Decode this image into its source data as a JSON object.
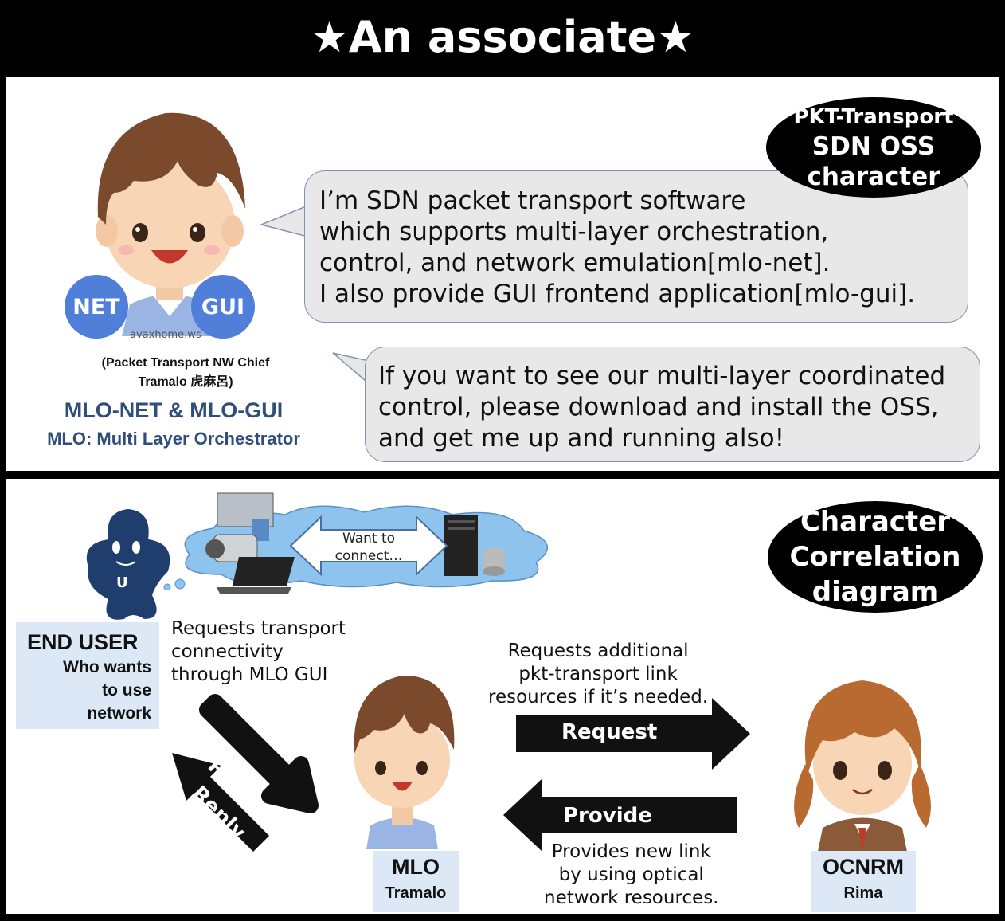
{
  "header": {
    "title": "★An associate★"
  },
  "top_panel": {
    "badge": {
      "line1": "PKT-Transport",
      "line2": "SDN OSS",
      "line3": "character"
    },
    "bubble1": {
      "line1": "I’m SDN packet transport software",
      "line2": "which supports multi-layer orchestration,",
      "line3": "control, and network emulation[mlo-net].",
      "line4": "I also provide GUI frontend application[mlo-gui]."
    },
    "bubble2": {
      "line1": "If you want to see our multi-layer coordinated",
      "line2": "control, please download and install the OSS,",
      "line3": "and get me up and running also!"
    },
    "net_label": "NET",
    "gui_label": "GUI",
    "watermark": "avaxhome.ws",
    "caption_line1": "(Packet Transport NW Chief",
    "caption_line2": "Tramalo 虎麻呂)",
    "product_name": "MLO-NET & MLO-GUI",
    "product_desc": "MLO: Multi Layer Orchestrator"
  },
  "bottom_panel": {
    "badge": {
      "line1": "Character",
      "line2": "Correlation",
      "line3": "diagram"
    },
    "cloud_text_line1": "Want to",
    "cloud_text_line2": "connect…",
    "user_letter": "U",
    "end_user": {
      "title": "END USER",
      "line1": "Who wants",
      "line2": "to use",
      "line3": "network"
    },
    "end_user_request": {
      "line1": "Requests transport",
      "line2": "connectivity",
      "line3": "through MLO GUI"
    },
    "request_arrow_label": "Request",
    "reply_arrow_label": "Reply",
    "mlo_box": {
      "title": "MLO",
      "subtitle": "Tramalo"
    },
    "ocnrm_box": {
      "title": "OCNRM",
      "subtitle": "Rima"
    },
    "additional_request": {
      "line1": "Requests additional",
      "line2": "pkt-transport link",
      "line3": "resources if it’s needed."
    },
    "right_request_label": "Request",
    "provide_label": "Provide",
    "provides_text": {
      "line1": "Provides new link",
      "line2": "by using optical",
      "line3": "network resources."
    }
  },
  "colors": {
    "background": "#000000",
    "panel": "#ffffff",
    "bubble": "#e8e8e8",
    "circle": "#4f7fd9",
    "label_box": "#dce8f6",
    "cloud": "#8ec3ee"
  }
}
